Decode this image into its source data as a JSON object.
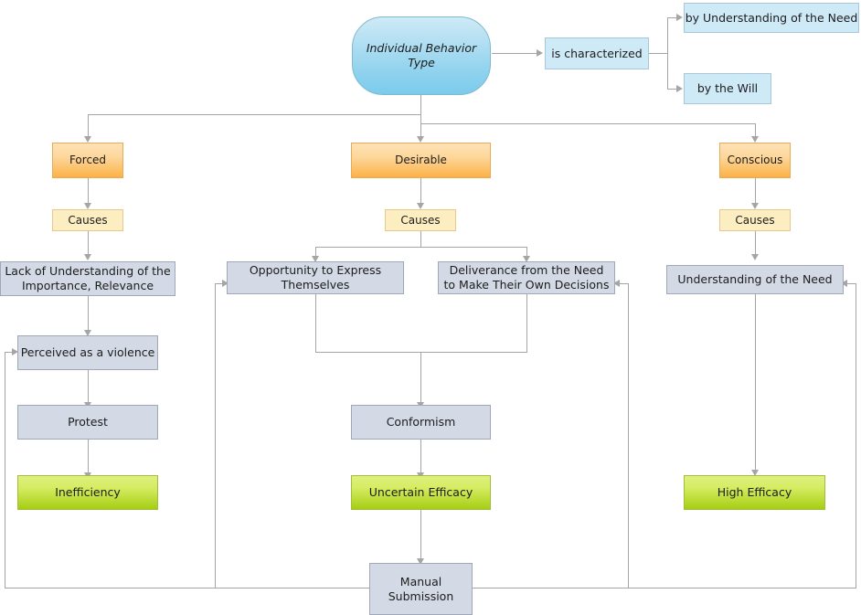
{
  "diagram": {
    "title": "Individual Behavior Type flowchart",
    "colors": {
      "root_fill_top": "#cfeaf6",
      "root_fill_bottom": "#7ccbec",
      "blue_fill": "#cfeaf7",
      "orange_fill_top": "#fde2b6",
      "orange_fill_bottom": "#f9ae42",
      "causes_fill": "#fdeec1",
      "gray_fill": "#d4dae5",
      "green_fill_top": "#e0f07f",
      "green_fill_bottom": "#a4cd14",
      "connector": "#a5a5a5"
    },
    "nodes": {
      "root": "Individual Behavior Type",
      "is_characterized": "is characterized",
      "by_understanding": "by Understanding of the Need",
      "by_will": "by the Will",
      "forced": "Forced",
      "desirable": "Desirable",
      "conscious": "Conscious",
      "causes_left": "Causes",
      "causes_mid": "Causes",
      "causes_right": "Causes",
      "lack_of_understanding": "Lack of Understanding of the Importance, Relevance",
      "opportunity": "Opportunity to Express Themselves",
      "deliverance": "Deliverance from the Need to Make Their Own Decisions",
      "understanding_need": "Understanding of the Need",
      "perceived_violence": "Perceived as a violence",
      "protest": "Protest",
      "inefficiency": "Inefficiency",
      "conformism": "Conformism",
      "uncertain_efficacy": "Uncertain Efficacy",
      "high_efficacy": "High Efficacy",
      "manual_submission": "Manual Submission"
    }
  }
}
